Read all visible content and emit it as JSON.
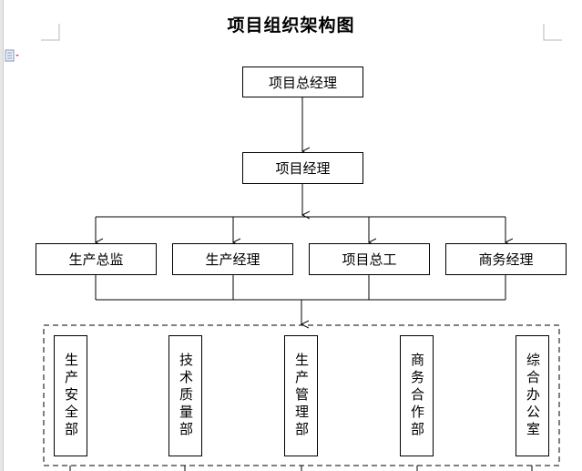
{
  "document": {
    "title": "项目组织架构图"
  },
  "org_chart": {
    "top": "项目总经理",
    "manager": "项目经理",
    "directors": [
      "生产总监",
      "生产经理",
      "项目总工",
      "商务经理"
    ],
    "departments": [
      "生产安全部",
      "技术质量部",
      "生产管理部",
      "商务合作部",
      "综合办公室"
    ]
  }
}
